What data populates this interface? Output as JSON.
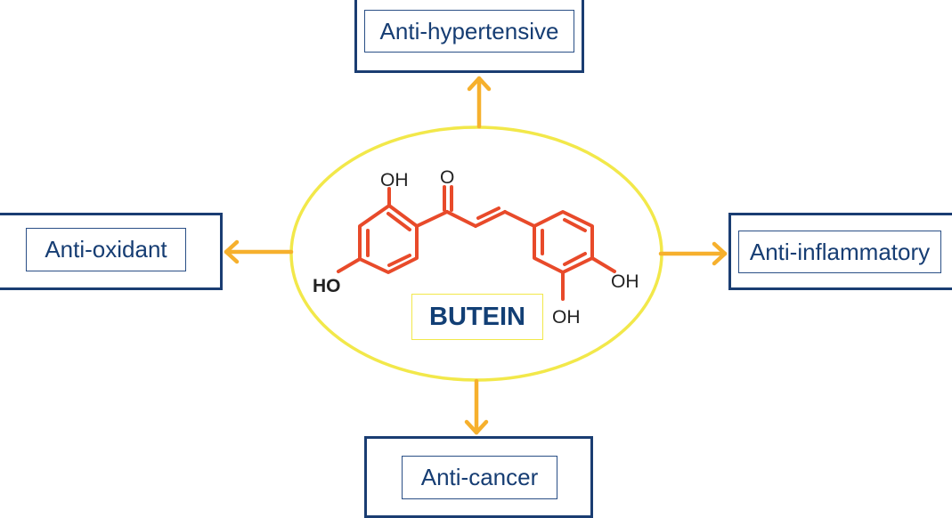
{
  "compound": {
    "name": "BUTEIN",
    "atom_labels": {
      "top_left_oh": "OH",
      "carbonyl_o": "O",
      "left_ho": "HO",
      "right_oh": "OH",
      "bottom_oh": "OH"
    }
  },
  "activities": {
    "top": "Anti-hypertensive",
    "left": "Anti-oxidant",
    "right": "Anti-inflammatory",
    "bottom": "Anti-cancer"
  },
  "colors": {
    "box_border": "#1a3d72",
    "text": "#163d73",
    "ellipse": "#f2e84a",
    "arrow": "#f6b02d",
    "molecule_bonds": "#e84a2a"
  }
}
